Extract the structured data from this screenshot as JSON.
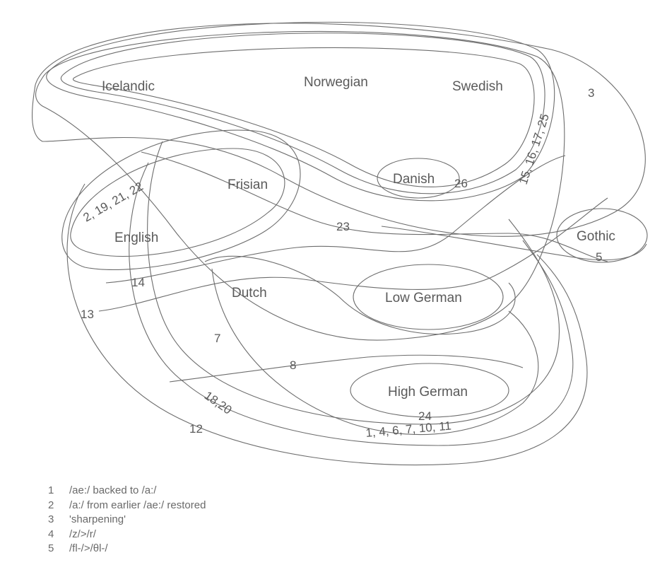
{
  "languages": {
    "icelandic": "Icelandic",
    "norwegian": "Norwegian",
    "swedish": "Swedish",
    "danish": "Danish",
    "frisian": "Frisian",
    "english": "English",
    "gothic": "Gothic",
    "dutch": "Dutch",
    "low_german": "Low German",
    "high_german": "High German"
  },
  "isogloss_labels": {
    "l3": "3",
    "l15": "15, 16, 17, 25",
    "l26": "26",
    "l2": "2, 19, 21, 22",
    "l23": "23",
    "l5": "5",
    "l14": "14",
    "l13": "13",
    "l7": "7",
    "l8": "8",
    "l18": "18,20",
    "l12": "12",
    "l24": "24",
    "l1": "1, 4, 6, 7, 10, 11"
  },
  "legend": [
    {
      "num": "1",
      "text": "/ae:/ backed to /a:/"
    },
    {
      "num": "2",
      "text": "/a:/ from earlier /ae:/ restored"
    },
    {
      "num": "3",
      "text": "'sharpening'"
    },
    {
      "num": "4",
      "text": "/z/>/r/"
    },
    {
      "num": "5",
      "text": "/fl-/>/θl-/"
    }
  ]
}
